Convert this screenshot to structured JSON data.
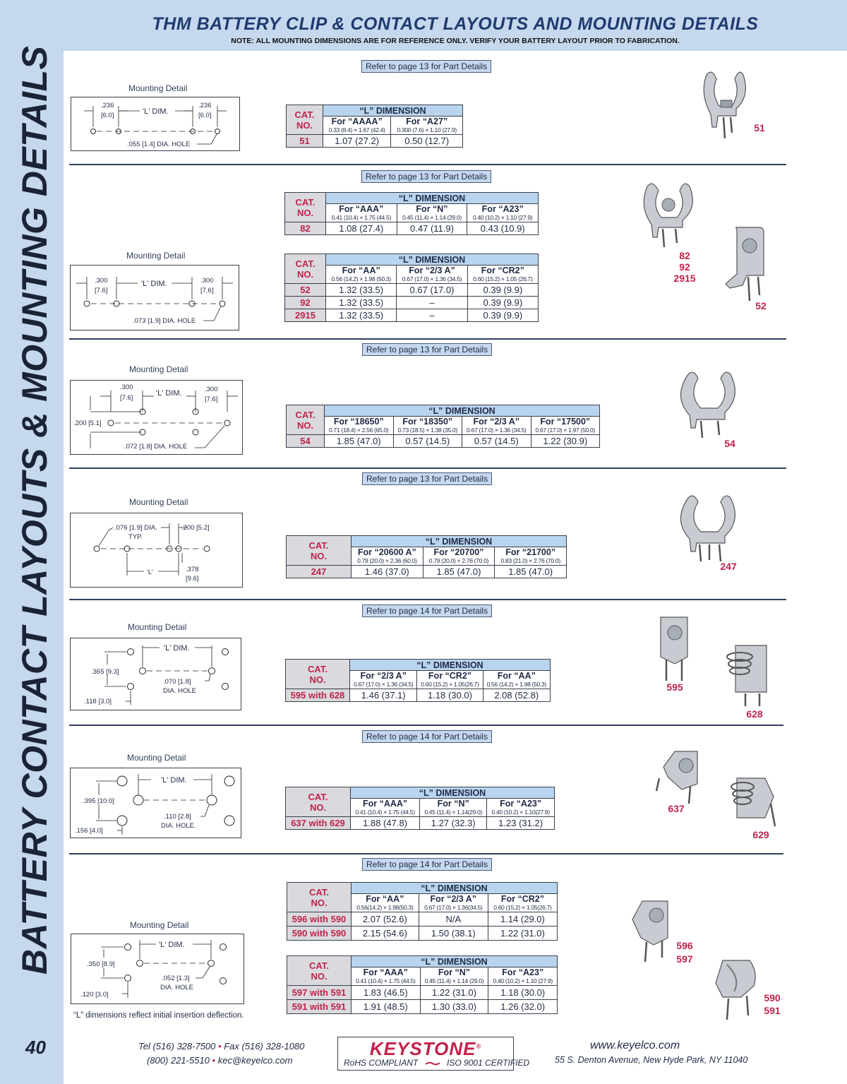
{
  "header": {
    "title": "THM BATTERY CLIP & CONTACT LAYOUTS AND MOUNTING DETAILS",
    "note": "NOTE: ALL MOUNTING DIMENSIONS ARE FOR REFERENCE ONLY. VERIFY YOUR BATTERY LAYOUT PRIOR TO FABRICATION."
  },
  "sidebar": {
    "title": "BATTERY CONTACT LAYOUTS & MOUNTING DETAILS",
    "page_number": "40"
  },
  "common": {
    "cat": "CAT.",
    "no": "NO.",
    "l_dimension": "“L” DIMENSION",
    "mounting_detail": "Mounting Detail",
    "l_dim_label": "'L' DIM.",
    "l_label": "'L'",
    "dash": "–",
    "typ": "TYP."
  },
  "refs": {
    "p13": "Refer to page 13 for Part Details",
    "p14": "Refer to page 14 for Part Details"
  },
  "md": {
    "s1": {
      "left": ".236\n[6.0]",
      "right": ".236\n[6.0]",
      "hole": ".055 [1.4] DIA. HOLE"
    },
    "s2": {
      "left": ".300\n[7.6]",
      "right": ".300\n[7.6]",
      "hole": ".073 [1.9] DIA. HOLE"
    },
    "s3": {
      "left": ".300\n[7.6]",
      "right": ".300\n[7.6]",
      "offset": ".200 [5.1]",
      "hole": ".072 [1.8] DIA. HOLE"
    },
    "s4": {
      "dia": ".076 [1.9] DIA.",
      "pitch": ".200 [5.2]",
      "offset": ".378\n[9.6]"
    },
    "s5": {
      "v": ".365 [9.3]",
      "hole": ".070 [1.8]\nDIA. HOLE",
      "h": ".118 [3.0]"
    },
    "s6": {
      "v": ".395 [10.0]",
      "hole": ".110 [2.8]\nDIA. HOLE.",
      "h": ".156 [4.0]"
    },
    "s7": {
      "v": ".350 [8.9]",
      "hole": ".052 [1.3]\nDIA. HOLE",
      "h": ".120 [3.0]"
    }
  },
  "tables": {
    "t51": {
      "cols": [
        {
          "for": "For “AAAA”",
          "size": "0.33 (8.4) × 1.67 (42.4)"
        },
        {
          "for": "For “A27”",
          "size": "0.300 (7.6) × 1.10 (27.9)"
        }
      ],
      "rows": [
        {
          "cat": "51",
          "vals": [
            "1.07 (27.2)",
            "0.50 (12.7)"
          ]
        }
      ]
    },
    "t82": {
      "cols": [
        {
          "for": "For “AAA”",
          "size": "0.41 (10.4) × 1.75 (44.5)"
        },
        {
          "for": "For “N”",
          "size": "0.45 (11.4) × 1.14 (29.0)"
        },
        {
          "for": "For “A23”",
          "size": "0.40 (10.2) × 1.10 (27.9)"
        }
      ],
      "rows": [
        {
          "cat": "82",
          "vals": [
            "1.08 (27.4)",
            "0.47 (11.9)",
            "0.43 (10.9)"
          ]
        }
      ]
    },
    "t52": {
      "cols": [
        {
          "for": "For “AA”",
          "size": "0.56 (14.2) × 1.98 (50.3)"
        },
        {
          "for": "For “2/3 A”",
          "size": "0.67 (17.0) × 1.36 (34.5)"
        },
        {
          "for": "For “CR2”",
          "size": "0.60 (15.2) × 1.05 (26.7)"
        }
      ],
      "rows": [
        {
          "cat": "52",
          "vals": [
            "1.32 (33.5)",
            "0.67 (17.0)",
            "0.39 (9.9)"
          ]
        },
        {
          "cat": "92",
          "vals": [
            "1.32 (33.5)",
            "–",
            "0.39 (9.9)"
          ]
        },
        {
          "cat": "2915",
          "vals": [
            "1.32 (33.5)",
            "–",
            "0.39 (9.9)"
          ]
        }
      ]
    },
    "t54": {
      "cols": [
        {
          "for": "For “18650”",
          "size": "0.71 (18.4) × 2.56 (65.0)"
        },
        {
          "for": "For “18350”",
          "size": "0.73 (18.5) × 1.38 (35.0)"
        },
        {
          "for": "For “2/3 A”",
          "size": "0.67 (17.0) × 1.36 (34.5)"
        },
        {
          "for": "For “17500”",
          "size": "0.67 (17.0) × 1.97 (50.0)"
        }
      ],
      "rows": [
        {
          "cat": "54",
          "vals": [
            "1.85 (47.0)",
            "0.57 (14.5)",
            "0.57 (14.5)",
            "1.22 (30.9)"
          ]
        }
      ]
    },
    "t247": {
      "cols": [
        {
          "for": "For “20600 A”",
          "size": "0.79 (20.0) × 2.36 (60.0)"
        },
        {
          "for": "For “20700”",
          "size": "0.79 (20.0) × 2.76 (70.0)"
        },
        {
          "for": "For “21700”",
          "size": "0.83 (21.0) × 2.76 (70.0)"
        }
      ],
      "rows": [
        {
          "cat": "247",
          "vals": [
            "1.46 (37.0)",
            "1.85 (47.0)",
            "1.85 (47.0)"
          ]
        }
      ]
    },
    "t595": {
      "cols": [
        {
          "for": "For “2/3 A”",
          "size": "0.67 (17.0) × 1.36 (34.5)"
        },
        {
          "for": "For “CR2”",
          "size": "0.60 (15.2) × 1.05(26.7)"
        },
        {
          "for": "For “AA”",
          "size": "0.56 (14.2) × 1.98 (50.3)"
        }
      ],
      "rows": [
        {
          "cat": "595 with 628",
          "vals": [
            "1.46 (37.1)",
            "1.18 (30.0)",
            "2.08 (52.8)"
          ]
        }
      ]
    },
    "t637": {
      "cols": [
        {
          "for": "For “AAA”",
          "size": "0.41 (10.4) × 1.75 (44.5)"
        },
        {
          "for": "For “N”",
          "size": "0.45 (11.4) × 1.14(29.0)"
        },
        {
          "for": "For “A23”",
          "size": "0.40 (10.2) × 1.10(27.9)"
        }
      ],
      "rows": [
        {
          "cat": "637 with 629",
          "vals": [
            "1.88 (47.8)",
            "1.27 (32.3)",
            "1.23 (31.2)"
          ]
        }
      ]
    },
    "t596": {
      "cols": [
        {
          "for": "For “AA”",
          "size": "0.56(14.2) × 1.98(50.3)"
        },
        {
          "for": "For “2/3 A”",
          "size": "0.67 (17.0) × 1.36(34.5)"
        },
        {
          "for": "For “CR2”",
          "size": "0.60 (15.2) × 1.05(26.7)"
        }
      ],
      "rows": [
        {
          "cat": "596 with 590",
          "vals": [
            "2.07 (52.6)",
            "N/A",
            "1.14 (29.0)"
          ]
        },
        {
          "cat": "590 with 590",
          "vals": [
            "2.15 (54.6)",
            "1.50 (38.1)",
            "1.22 (31.0)"
          ]
        }
      ]
    },
    "t597": {
      "cols": [
        {
          "for": "For “AAA”",
          "size": "0.41 (10.4) × 1.75 (44.5)"
        },
        {
          "for": "For “N”",
          "size": "0.45 (11.4) × 1.14 (29.0)"
        },
        {
          "for": "For “A23”",
          "size": "0.40 (10.2) × 1.10 (27.9)"
        }
      ],
      "rows": [
        {
          "cat": "597 with 591",
          "vals": [
            "1.83 (46.5)",
            "1.22 (31.0)",
            "1.18 (30.0)"
          ]
        },
        {
          "cat": "591 with 591",
          "vals": [
            "1.91 (48.5)",
            "1.30 (33.0)",
            "1.26 (32.0)"
          ]
        }
      ]
    }
  },
  "parts": {
    "p51": "51",
    "p82": "82",
    "p92": "92",
    "p2915": "2915",
    "p52": "52",
    "p54": "54",
    "p247": "247",
    "p595": "595",
    "p628": "628",
    "p637": "637",
    "p629": "629",
    "p596": "596",
    "p597": "597",
    "p590": "590",
    "p591": "591"
  },
  "footnote": "“L” dimensions reflect initial insertion deflection.",
  "footer": {
    "tel": "Tel (516) 328-7500",
    "fax": "Fax (516) 328-1080",
    "tollfree": "(800) 221-5510",
    "email": "kec@keyelco.com",
    "separator": "•",
    "logo": "KEYSTONE",
    "logo_mark": "®",
    "rohs": "RoHS COMPLIANT",
    "iso": "ISO 9001 CERTIFIED",
    "website": "www.keyelco.com",
    "address": "55 S. Denton Avenue, New Hyde Park, NY 11040"
  },
  "colors": {
    "accent_red": "#c0234a",
    "band_blue": "#c5d8ee",
    "header_blue": "#b9d4ee",
    "title_navy": "#1f3a6e"
  }
}
